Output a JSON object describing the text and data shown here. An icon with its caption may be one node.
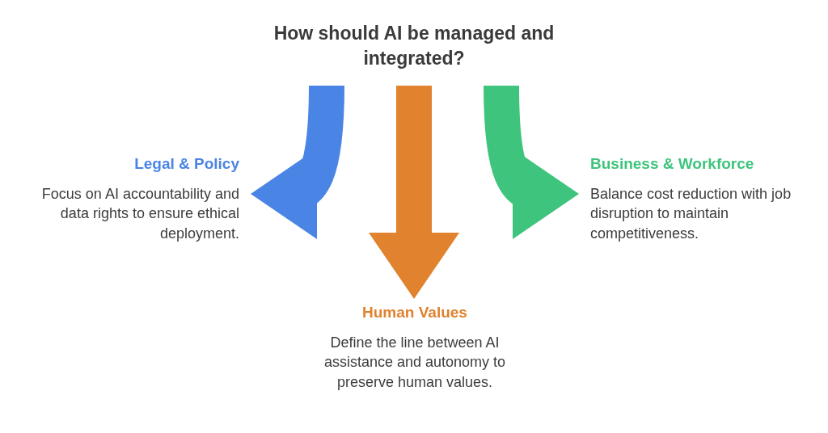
{
  "diagram": {
    "nodes": [
      {
        "text": [
          "How should AI be managed and integrated?"
        ]
      },
      {
        "text": [
          "Legal & Policy",
          "Focus on AI accountability and data rights to ensure ethical deployment."
        ]
      },
      {
        "text": [
          "Business & Workforce",
          "Balance cost reduction with job disruption to maintain competitiveness."
        ]
      },
      {
        "text": [
          "Human Values",
          "Define the line between AI assistance and autonomy to preserve human values."
        ]
      }
    ],
    "edges": [
      {
        "from": 0,
        "to": 1,
        "arrow": "to",
        "color": "#4a84e4"
      },
      {
        "from": 0,
        "to": 2,
        "arrow": "to",
        "color": "#3ec47c"
      },
      {
        "from": 0,
        "to": 3,
        "arrow": "to",
        "color": "#e0822e"
      }
    ]
  }
}
